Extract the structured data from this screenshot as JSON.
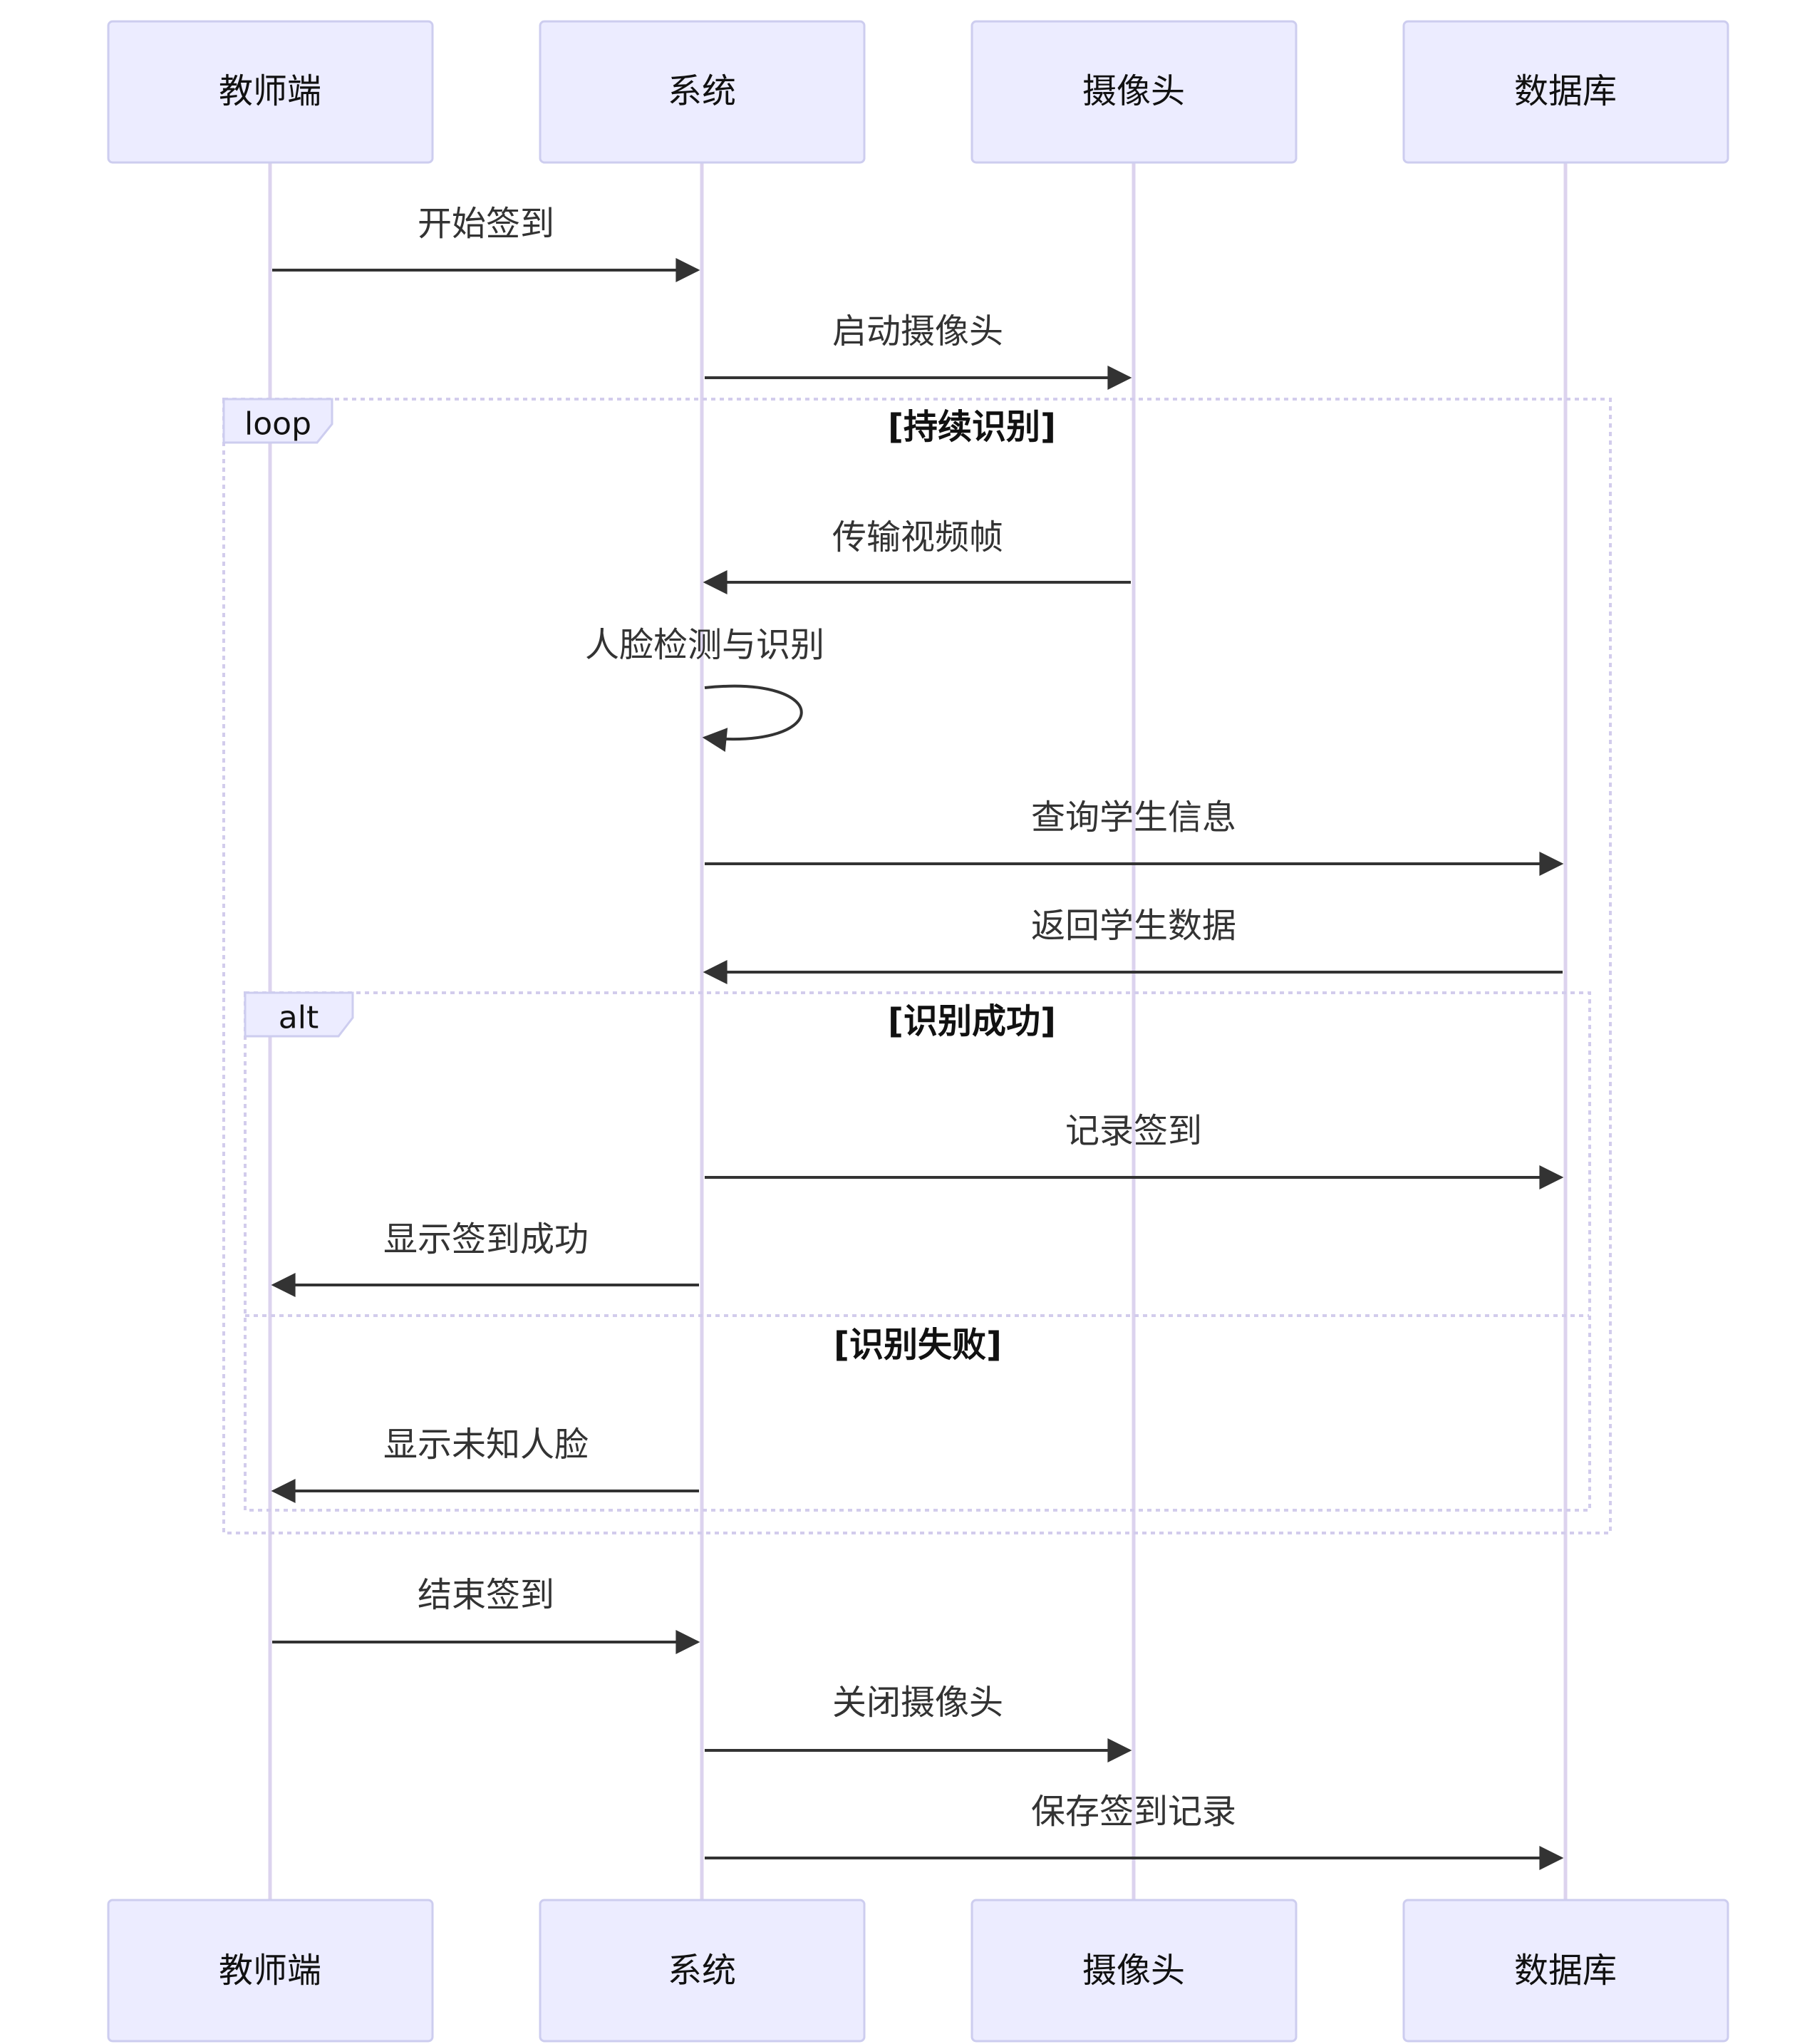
{
  "participants": [
    "教师端",
    "系统",
    "摄像头",
    "数据库"
  ],
  "colors": {
    "actor_fill": "#ECECFF",
    "actor_border": "#CDCDEF",
    "lifeline": "#DCD3EE",
    "message": "#333333",
    "frame": "#D2CCEC"
  },
  "messages": [
    {
      "from": 0,
      "to": 1,
      "label": "开始签到"
    },
    {
      "from": 1,
      "to": 2,
      "label": "启动摄像头"
    },
    {
      "from": 2,
      "to": 1,
      "label": "传输视频帧"
    },
    {
      "from": 1,
      "to": 1,
      "label": "人脸检测与识别"
    },
    {
      "from": 1,
      "to": 3,
      "label": "查询学生信息"
    },
    {
      "from": 3,
      "to": 1,
      "label": "返回学生数据"
    },
    {
      "from": 1,
      "to": 3,
      "label": "记录签到"
    },
    {
      "from": 1,
      "to": 0,
      "label": "显示签到成功"
    },
    {
      "from": 1,
      "to": 0,
      "label": "显示未知人脸"
    },
    {
      "from": 0,
      "to": 1,
      "label": "结束签到"
    },
    {
      "from": 1,
      "to": 2,
      "label": "关闭摄像头"
    },
    {
      "from": 1,
      "to": 3,
      "label": "保存签到记录"
    }
  ],
  "frames": [
    {
      "type": "loop",
      "condition": "[持续识别]"
    },
    {
      "type": "alt",
      "condition": "[识别成功]",
      "else_condition": "[识别失败]"
    }
  ]
}
